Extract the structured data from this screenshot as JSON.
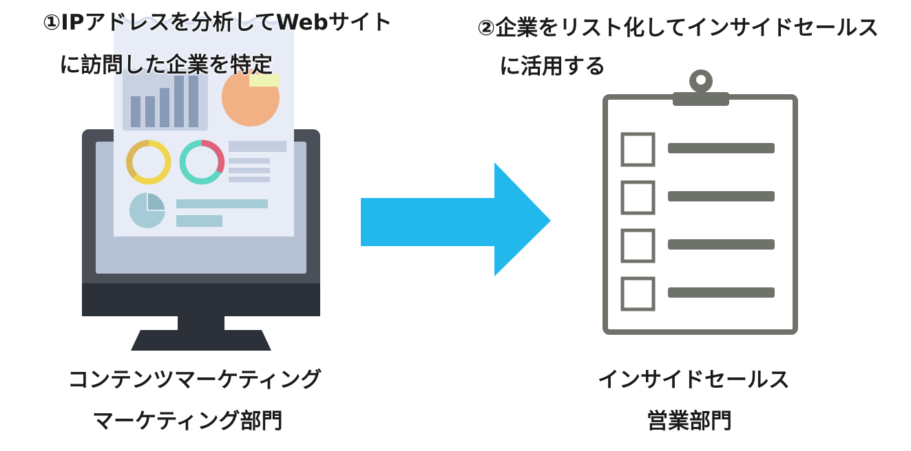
{
  "step1": {
    "line1": "①IPアドレスを分析してWebサイト",
    "line2": "に訪問した企業を特定"
  },
  "step2": {
    "line1": "②企業をリスト化してインサイドセールス",
    "line2": "に活用する"
  },
  "left_label": {
    "line1": "コンテンツマーケティング",
    "line2": "マーケティング部門"
  },
  "right_label": {
    "line1": "インサイドセールス",
    "line2": "営業部門"
  },
  "colors": {
    "arrow": "#22b8ec",
    "clipboard": "#6e726b",
    "monitor_frame": "#4b4f57",
    "monitor_base": "#2c3038",
    "screen": "#b7c1d6",
    "paper": "#e7ecf6"
  },
  "icons": [
    "monitor-with-dashboard",
    "right-arrow",
    "checklist-clipboard-icon"
  ]
}
